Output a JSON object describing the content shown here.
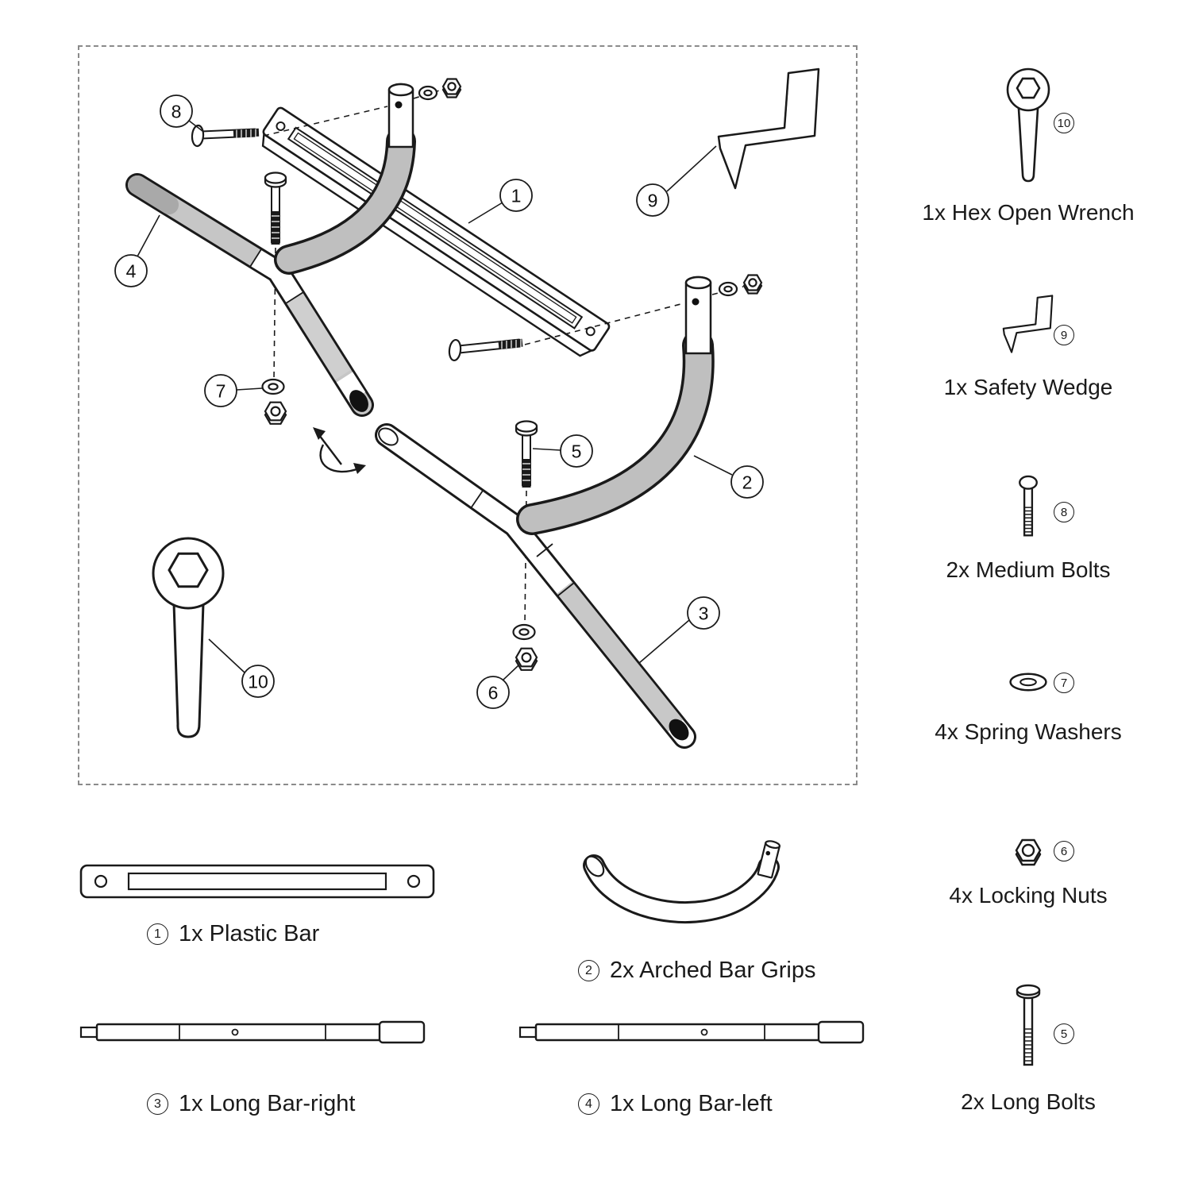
{
  "page": {
    "background": "#ffffff",
    "line_color": "#1a1a1a",
    "grip_gray": "#bfbfbf"
  },
  "exploded_view": {
    "name": "pull-up bar exploded assembly view",
    "callouts": {
      "c1": "1",
      "c2": "2",
      "c3": "3",
      "c4": "4",
      "c5": "5",
      "c6": "6",
      "c7": "7",
      "c8": "8",
      "c9": "9",
      "c10": "10"
    }
  },
  "right_parts": [
    {
      "num": "10",
      "label": "1x Hex Open Wrench",
      "icon": "hex-open-wrench-icon"
    },
    {
      "num": "9",
      "label": "1x Safety Wedge",
      "icon": "safety-wedge-icon"
    },
    {
      "num": "8",
      "label": "2x Medium Bolts",
      "icon": "medium-bolt-icon"
    },
    {
      "num": "7",
      "label": "4x Spring Washers",
      "icon": "spring-washer-icon"
    },
    {
      "num": "6",
      "label": "4x Locking Nuts",
      "icon": "locking-nut-icon"
    },
    {
      "num": "5",
      "label": "2x Long Bolts",
      "icon": "long-bolt-icon"
    }
  ],
  "bottom_parts": [
    {
      "num": "1",
      "label": "1x Plastic Bar",
      "icon": "plastic-bar-icon"
    },
    {
      "num": "2",
      "label": "2x Arched Bar Grips",
      "icon": "arched-bar-grip-icon"
    },
    {
      "num": "3",
      "label": "1x Long Bar-right",
      "icon": "long-bar-right-icon"
    },
    {
      "num": "4",
      "label": "1x Long Bar-left",
      "icon": "long-bar-left-icon"
    }
  ]
}
